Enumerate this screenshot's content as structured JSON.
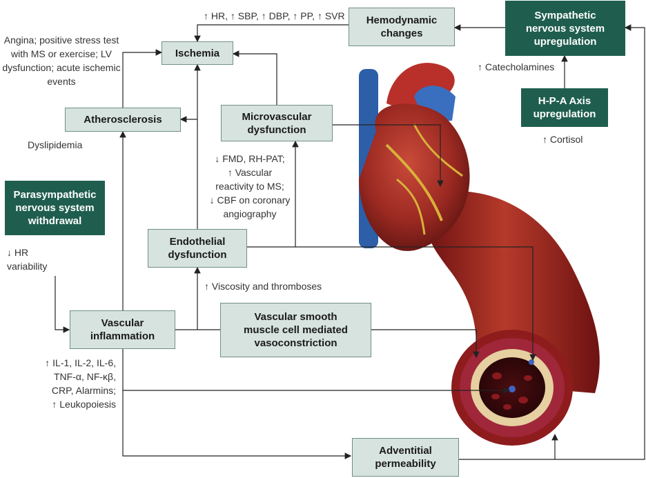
{
  "boxes": {
    "ischemia": "Ischemia",
    "atherosclerosis": "Atherosclerosis",
    "hemodynamic": [
      "Hemodynamic",
      "changes"
    ],
    "microvascular": [
      "Microvascular",
      "dysfunction"
    ],
    "sympathetic": [
      "Sympathetic",
      "nervous system",
      "upregulation"
    ],
    "hpa": [
      "H-P-A Axis",
      "upregulation"
    ],
    "parasympathetic": [
      "Parasympathetic",
      "nervous system",
      "withdrawal"
    ],
    "endothelial": [
      "Endothelial",
      "dysfunction"
    ],
    "vascular_inflammation": [
      "Vascular",
      "inflammation"
    ],
    "smooth_muscle": [
      "Vascular smooth",
      "muscle cell mediated",
      "vasoconstriction"
    ],
    "adventitial": [
      "Adventitial",
      "permeability"
    ]
  },
  "notes": {
    "hemodynamic_effects": "↑ HR, ↑ SBP, ↑ DBP, ↑ PP, ↑ SVR",
    "ischemia_effects": [
      "Angina; positive stress test",
      "with MS or exercise; LV",
      "dysfunction; acute ischemic",
      "events"
    ],
    "dyslipidemia": "Dyslipidemia",
    "catecholamines": "↑ Catecholamines",
    "cortisol": "↑ Cortisol",
    "microvascular_markers": [
      "↓ FMD, RH-PAT;",
      "↑ Vascular",
      "reactivity to MS;",
      "↓ CBF on coronary",
      "angiography"
    ],
    "hr_variability": [
      "↓ HR",
      "variability"
    ],
    "viscosity": "↑ Viscosity and thromboses",
    "inflammatory_markers": [
      "↑ IL-1, IL-2, IL-6,",
      "TNF-α, NF-κβ,",
      "CRP,  Alarmins;",
      "↑ Leukopoiesis"
    ]
  },
  "colors": {
    "light_box": "#d7e3de",
    "dark_box": "#1f5e4e",
    "artery_red": "#8e1c1c",
    "heart_red": "#9c2a22",
    "vein_blue": "#2c5fa8"
  }
}
